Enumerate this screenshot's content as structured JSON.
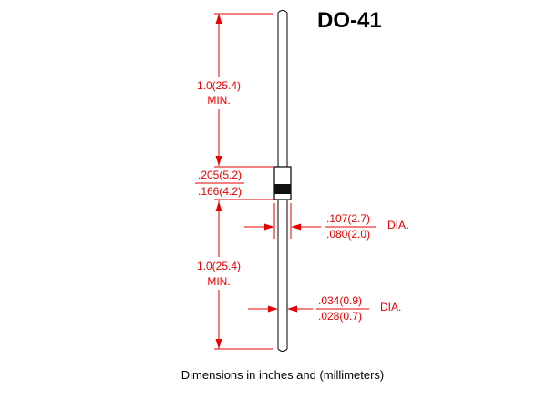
{
  "title": "DO-41",
  "caption": "Dimensions in inches and (millimeters)",
  "dimensions": {
    "lead_length_top": {
      "value": "1.0(25.4)",
      "note": "MIN."
    },
    "body_length": {
      "max": ".205(5.2)",
      "min": ".166(4.2)"
    },
    "body_diameter": {
      "max": ".107(2.7)",
      "min": ".080(2.0)",
      "suffix": "DIA."
    },
    "lead_length_bottom": {
      "value": "1.0(25.4)",
      "note": "MIN."
    },
    "lead_diameter": {
      "max": ".034(0.9)",
      "min": ".028(0.7)",
      "suffix": "DIA."
    }
  },
  "colors": {
    "dimension": "#e60000",
    "outline": "#000000",
    "band": "#111111"
  }
}
